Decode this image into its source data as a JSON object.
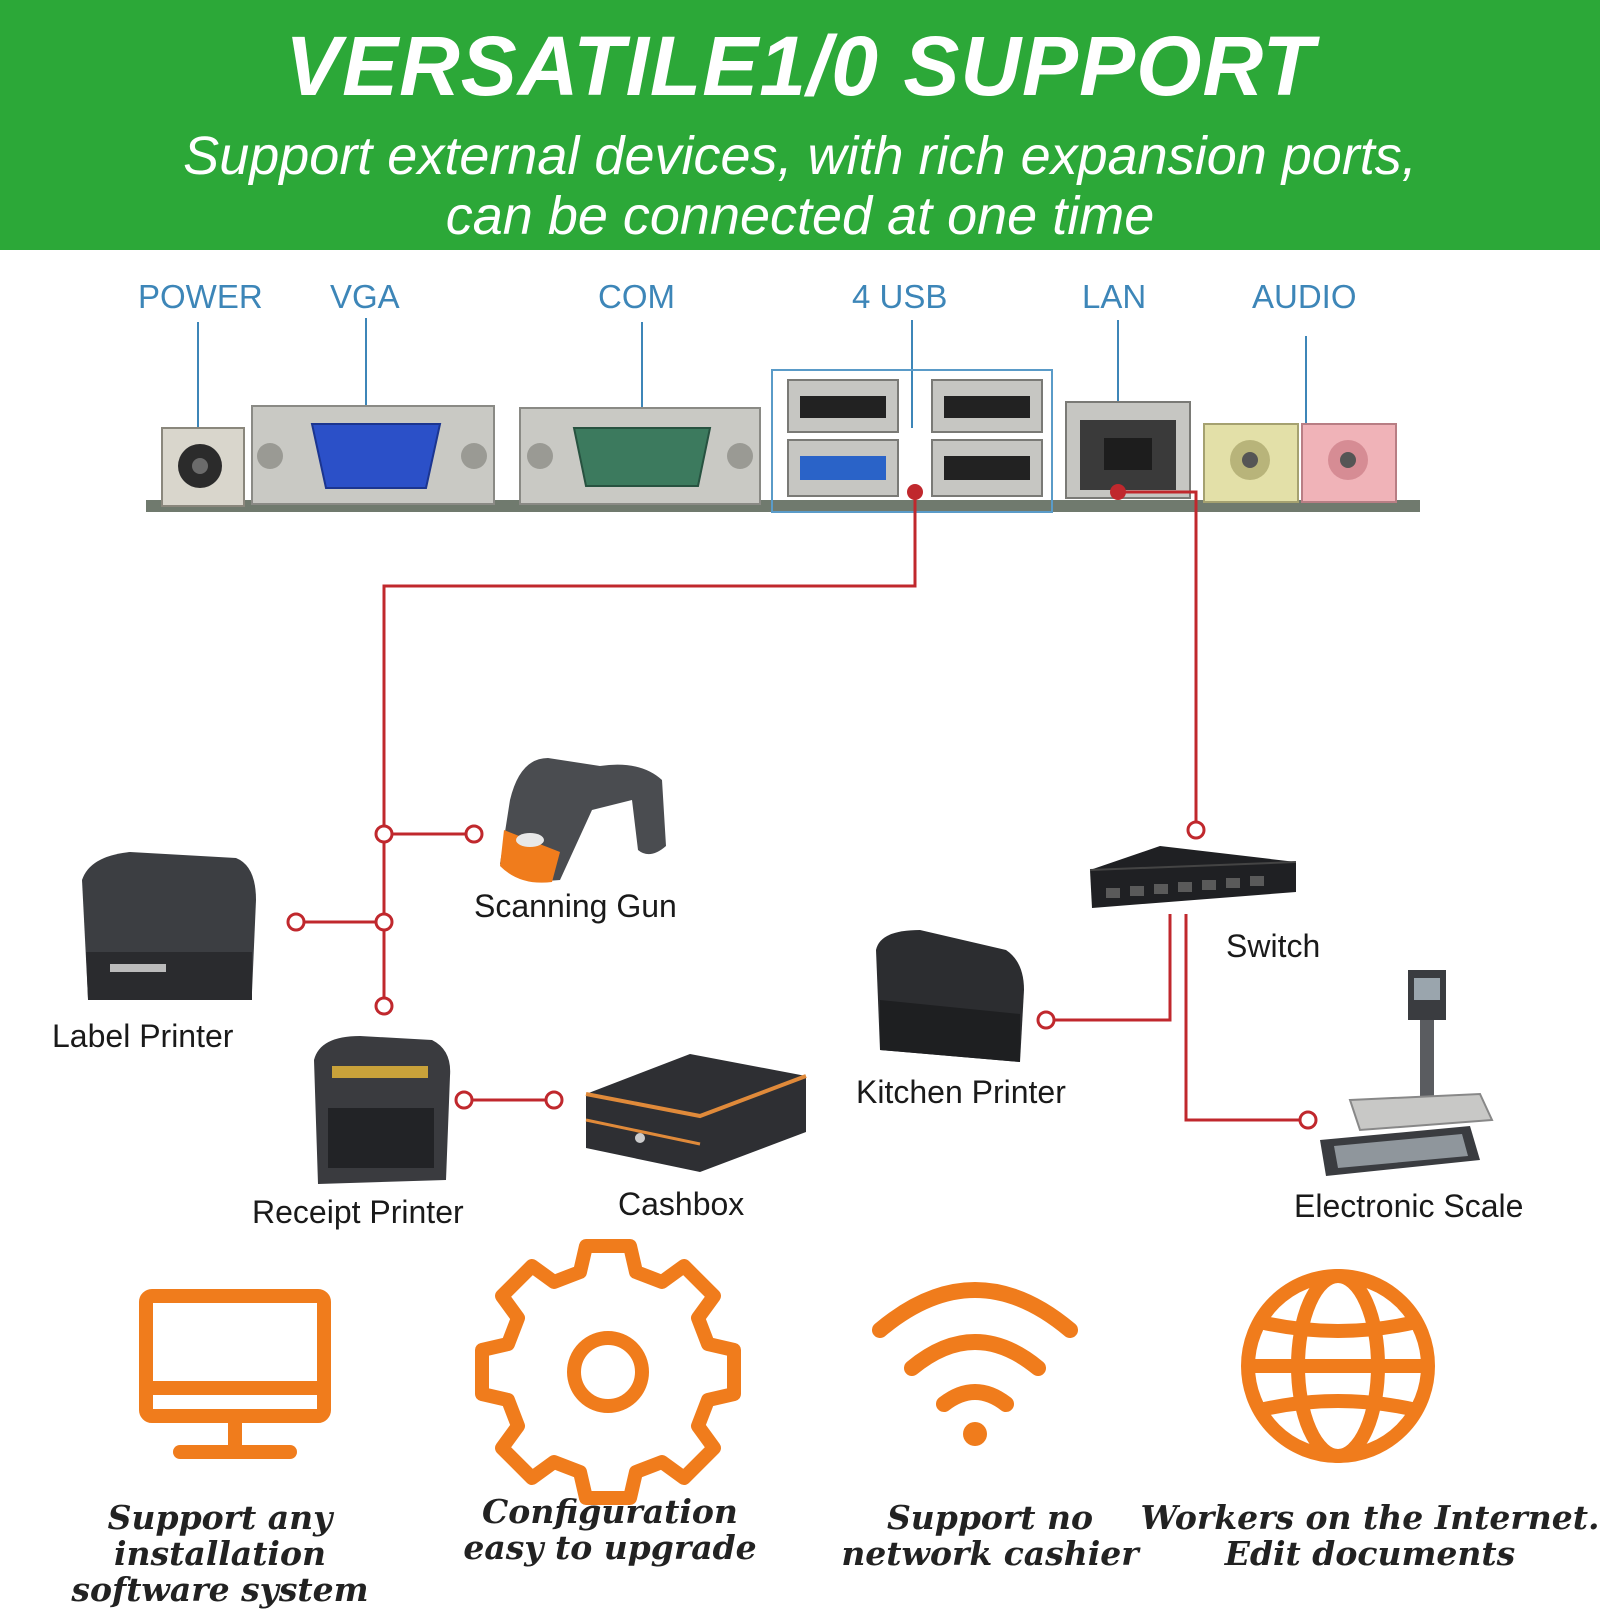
{
  "banner": {
    "title": "VERSATILE1/0 SUPPORT",
    "subtitle_line1": "Support external devices, with rich expansion ports,",
    "subtitle_line2": "can be connected at one time"
  },
  "ports": {
    "power": "POWER",
    "vga": "VGA",
    "com": "COM",
    "usb": "4 USB",
    "lan": "LAN",
    "audio": "AUDIO"
  },
  "devices": {
    "scanning_gun": "Scanning Gun",
    "label_printer": "Label Printer",
    "receipt_printer": "Receipt Printer",
    "cashbox": "Cashbox",
    "switch": "Switch",
    "kitchen_printer": "Kitchen Printer",
    "electronic_scale": "Electronic Scale"
  },
  "features": [
    {
      "icon": "monitor-icon",
      "line1": "Support any installation",
      "line2": "software system"
    },
    {
      "icon": "gear-icon",
      "line1": "Configuration",
      "line2": "easy to upgrade"
    },
    {
      "icon": "wifi-icon",
      "line1": "Support no",
      "line2": "network cashier"
    },
    {
      "icon": "globe-icon",
      "line1": "Workers on the Internet.",
      "line2": "Edit documents"
    }
  ],
  "colors": {
    "banner": "#2ca838",
    "connector_line": "#c0282d",
    "feature_icon": "#f07c1c",
    "port_label": "#3d86b8"
  }
}
